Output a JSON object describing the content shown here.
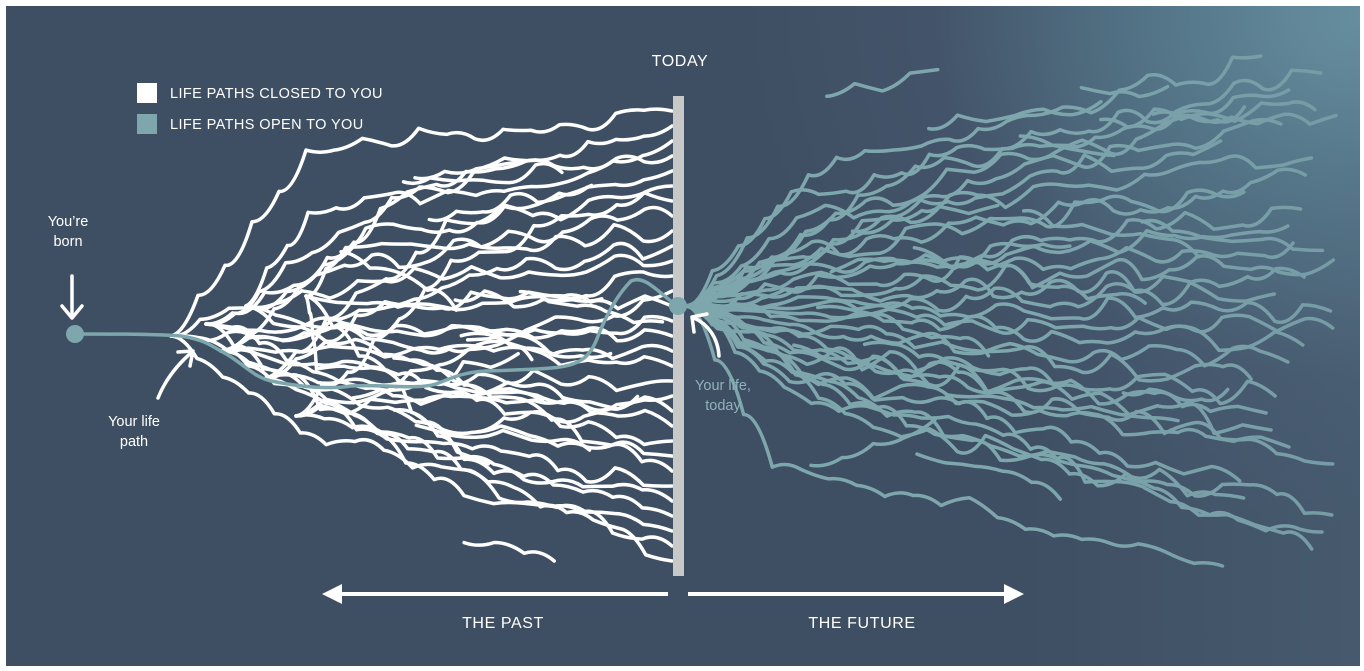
{
  "header": {
    "today_label": "TODAY"
  },
  "legend": {
    "items": [
      {
        "label": "LIFE PATHS CLOSED TO YOU",
        "color": "#ffffff"
      },
      {
        "label": "LIFE PATHS OPEN TO YOU",
        "color": "#7ea6ad"
      }
    ]
  },
  "annotations": {
    "born_line1": "You’re",
    "born_line2": "born",
    "life_path_line1": "Your life",
    "life_path_line2": "path",
    "today_line1": "Your life,",
    "today_line2": "today"
  },
  "timeline": {
    "past_label": "THE PAST",
    "future_label": "THE FUTURE"
  },
  "colors": {
    "background": "#3f4f63",
    "closed_paths": "#ffffff",
    "open_paths": "#7ea6ad",
    "today_bar": "#c8c8c8"
  }
}
